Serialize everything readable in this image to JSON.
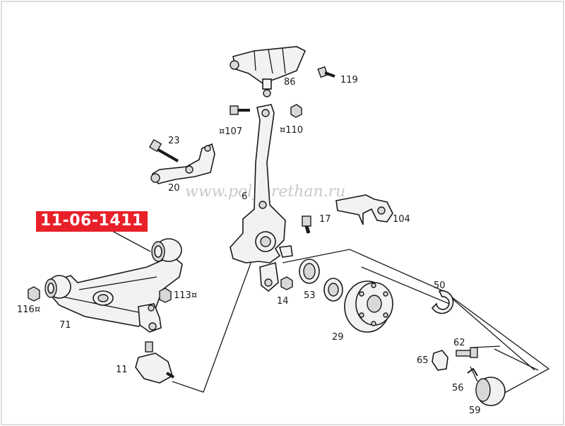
{
  "watermark": "www.polyurethan.ru",
  "highlight_part_number": "11-06-1411",
  "accent_color": "#e8202a",
  "callouts": {
    "c11": "11",
    "c14": "14",
    "c17": "17",
    "c20": "20",
    "c23": "23",
    "c29": "29",
    "c50": "50",
    "c53": "53",
    "c56": "56",
    "c59": "59",
    "c6": "6",
    "c62": "62",
    "c65": "65",
    "c71": "71",
    "c86": "86",
    "c104": "104",
    "c107": "¤107",
    "c110": "¤110",
    "c113": "113¤",
    "c116": "116¤",
    "c119": "119"
  }
}
